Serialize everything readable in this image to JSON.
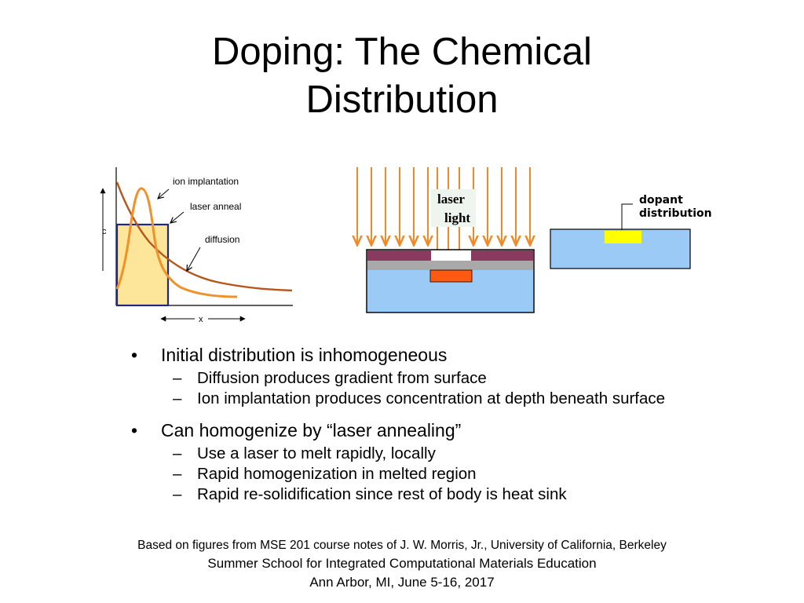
{
  "slide": {
    "title_line1": "Doping: The Chemical",
    "title_line2": "Distribution"
  },
  "figure_left": {
    "labels": {
      "ion_implantation": "ion implantation",
      "laser_anneal": "laser anneal",
      "diffusion": "diffusion",
      "c_axis": "c",
      "x_axis": "x"
    },
    "colors": {
      "ion_curve": "#f0922a",
      "diffusion_curve": "#b5561a",
      "anneal_box_fill": "#fde59a",
      "anneal_box_stroke": "#1f2a7a"
    }
  },
  "figure_middle": {
    "label_line1": "laser",
    "label_line2": "light",
    "colors": {
      "arrows": "#f08a28",
      "mask": "#8a3a5e",
      "layer": "#a9a9a9",
      "substrate": "#9ccaf6",
      "melt": "#ff5a12"
    }
  },
  "figure_right": {
    "label_line1": "dopant",
    "label_line2": "distribution",
    "colors": {
      "substrate": "#9ccaf6",
      "dopant": "#ffff00"
    }
  },
  "bullets": [
    {
      "text": "Initial distribution is inhomogeneous",
      "subs": [
        "Diffusion produces gradient from surface",
        "Ion implantation produces concentration at depth beneath surface"
      ]
    },
    {
      "text": "Can homogenize by “laser annealing”",
      "subs": [
        "Use a laser to melt rapidly, locally",
        "Rapid homogenization in melted region",
        "Rapid re-solidification since rest of body is heat sink"
      ]
    }
  ],
  "bullet_symbol": "•",
  "dash_symbol": "–",
  "footer": {
    "credit": "Based on figures from MSE 201 course notes of J. W. Morris, Jr., University of California, Berkeley",
    "school": "Summer School for Integrated Computational Materials Education",
    "place_date": "Ann Arbor, MI, June 5-16, 2017"
  }
}
